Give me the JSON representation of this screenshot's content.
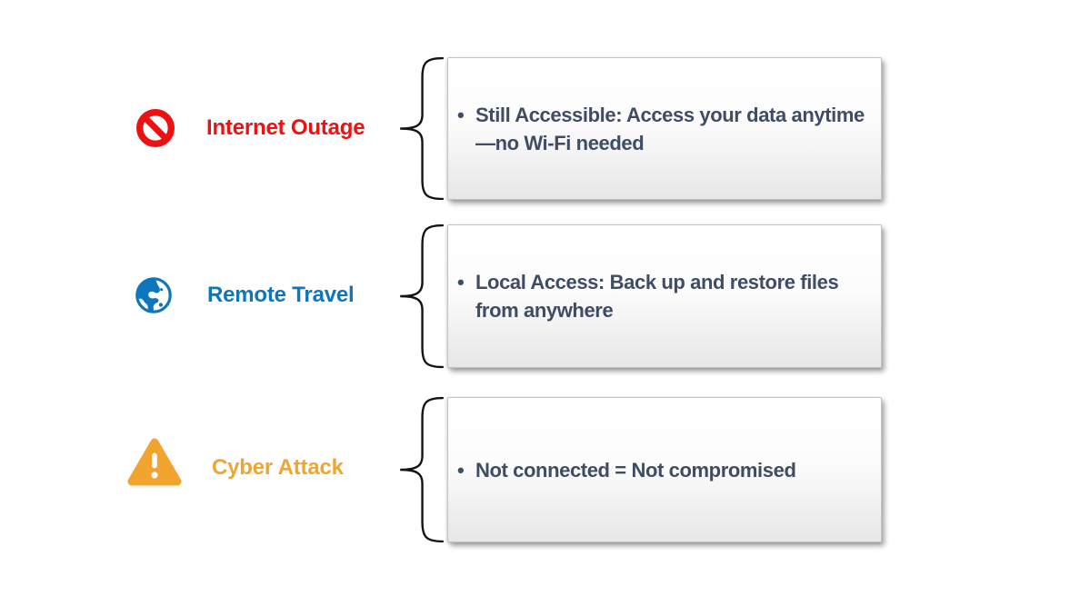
{
  "canvas": {
    "background": "#ffffff"
  },
  "bullet": "•",
  "rows": [
    {
      "label": "Internet Outage",
      "icon": "no-entry-icon",
      "accent_color": "#EC1212",
      "text": "Still Accessible: Access your data anytime—no Wi-Fi needed"
    },
    {
      "label": "Remote Travel",
      "icon": "globe-icon",
      "accent_color": "#0E76BC",
      "text": "Local Access: Back up and restore files from anywhere"
    },
    {
      "label": "Cyber Attack",
      "icon": "warning-triangle-icon",
      "accent_color": "#F2A52E",
      "text": "Not connected = Not compromised"
    }
  ],
  "styles": {
    "box_text_color": "#3E4D63",
    "box_border_color": "#C2C2C4",
    "brace_color": "#141414"
  }
}
